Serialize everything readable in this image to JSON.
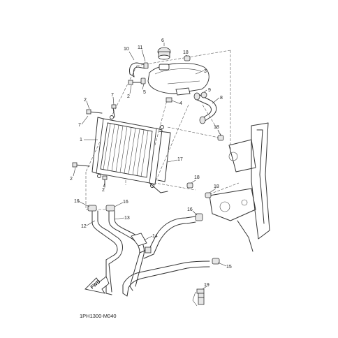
{
  "diagram": {
    "code": "1PH1300-M040",
    "direction_label": "FWD",
    "callouts": [
      {
        "id": "c1",
        "text": "1"
      },
      {
        "id": "c2a",
        "text": "2"
      },
      {
        "id": "c2b",
        "text": "2"
      },
      {
        "id": "c2c",
        "text": "2"
      },
      {
        "id": "c2d",
        "text": "2"
      },
      {
        "id": "c3",
        "text": "3"
      },
      {
        "id": "c4",
        "text": "4"
      },
      {
        "id": "c5",
        "text": "5"
      },
      {
        "id": "c6",
        "text": "6"
      },
      {
        "id": "c7",
        "text": "7"
      },
      {
        "id": "c8",
        "text": "8"
      },
      {
        "id": "c9",
        "text": "9"
      },
      {
        "id": "c10",
        "text": "10"
      },
      {
        "id": "c11",
        "text": "11"
      },
      {
        "id": "c12",
        "text": "12"
      },
      {
        "id": "c13",
        "text": "13"
      },
      {
        "id": "c14",
        "text": "14"
      },
      {
        "id": "c15",
        "text": "15"
      },
      {
        "id": "c16a",
        "text": "16"
      },
      {
        "id": "c16b",
        "text": "16"
      },
      {
        "id": "c16c",
        "text": "16"
      },
      {
        "id": "c17",
        "text": "17"
      },
      {
        "id": "c18a",
        "text": "18"
      },
      {
        "id": "c18b",
        "text": "18"
      },
      {
        "id": "c18c",
        "text": "18"
      },
      {
        "id": "c18d",
        "text": "18"
      },
      {
        "id": "c19",
        "text": "19"
      }
    ]
  }
}
